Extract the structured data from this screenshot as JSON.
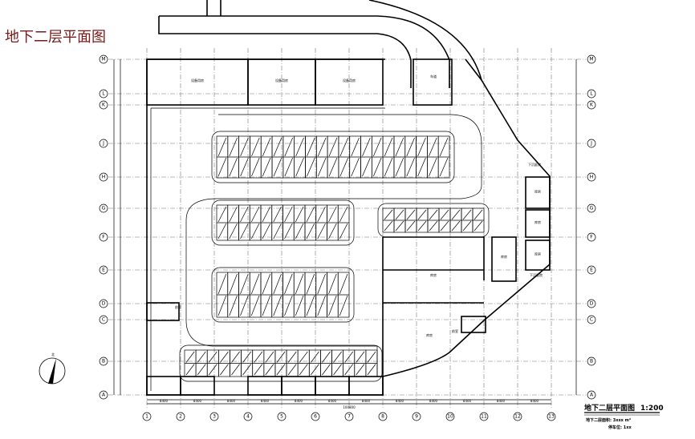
{
  "drawing_title": "地下二层平面图",
  "title_block": {
    "title": "地下二层平面图",
    "scale": "1:200",
    "area": "地下二层面积: 3xxx m²",
    "parking": "停车位: 1xx"
  },
  "columns": [
    "1",
    "2",
    "3",
    "4",
    "5",
    "6",
    "7",
    "8",
    "9",
    "10",
    "11",
    "12",
    "13"
  ],
  "rows": [
    "A",
    "B",
    "C",
    "D",
    "E",
    "F",
    "G",
    "H",
    "J",
    "K",
    "L",
    "M"
  ],
  "column_spacing": "8400",
  "total_width": "100800",
  "rooms": [
    {
      "label": "设备用房"
    },
    {
      "label": "设备用房"
    },
    {
      "label": "设备用房"
    },
    {
      "label": "车道"
    },
    {
      "label": "库房"
    },
    {
      "label": "库房"
    },
    {
      "label": "库房"
    },
    {
      "label": "库房"
    },
    {
      "label": "库房"
    },
    {
      "label": "下沉庭院"
    },
    {
      "label": "下沉庭院"
    },
    {
      "label": "前室"
    },
    {
      "label": "前室"
    }
  ],
  "north_label": "北"
}
